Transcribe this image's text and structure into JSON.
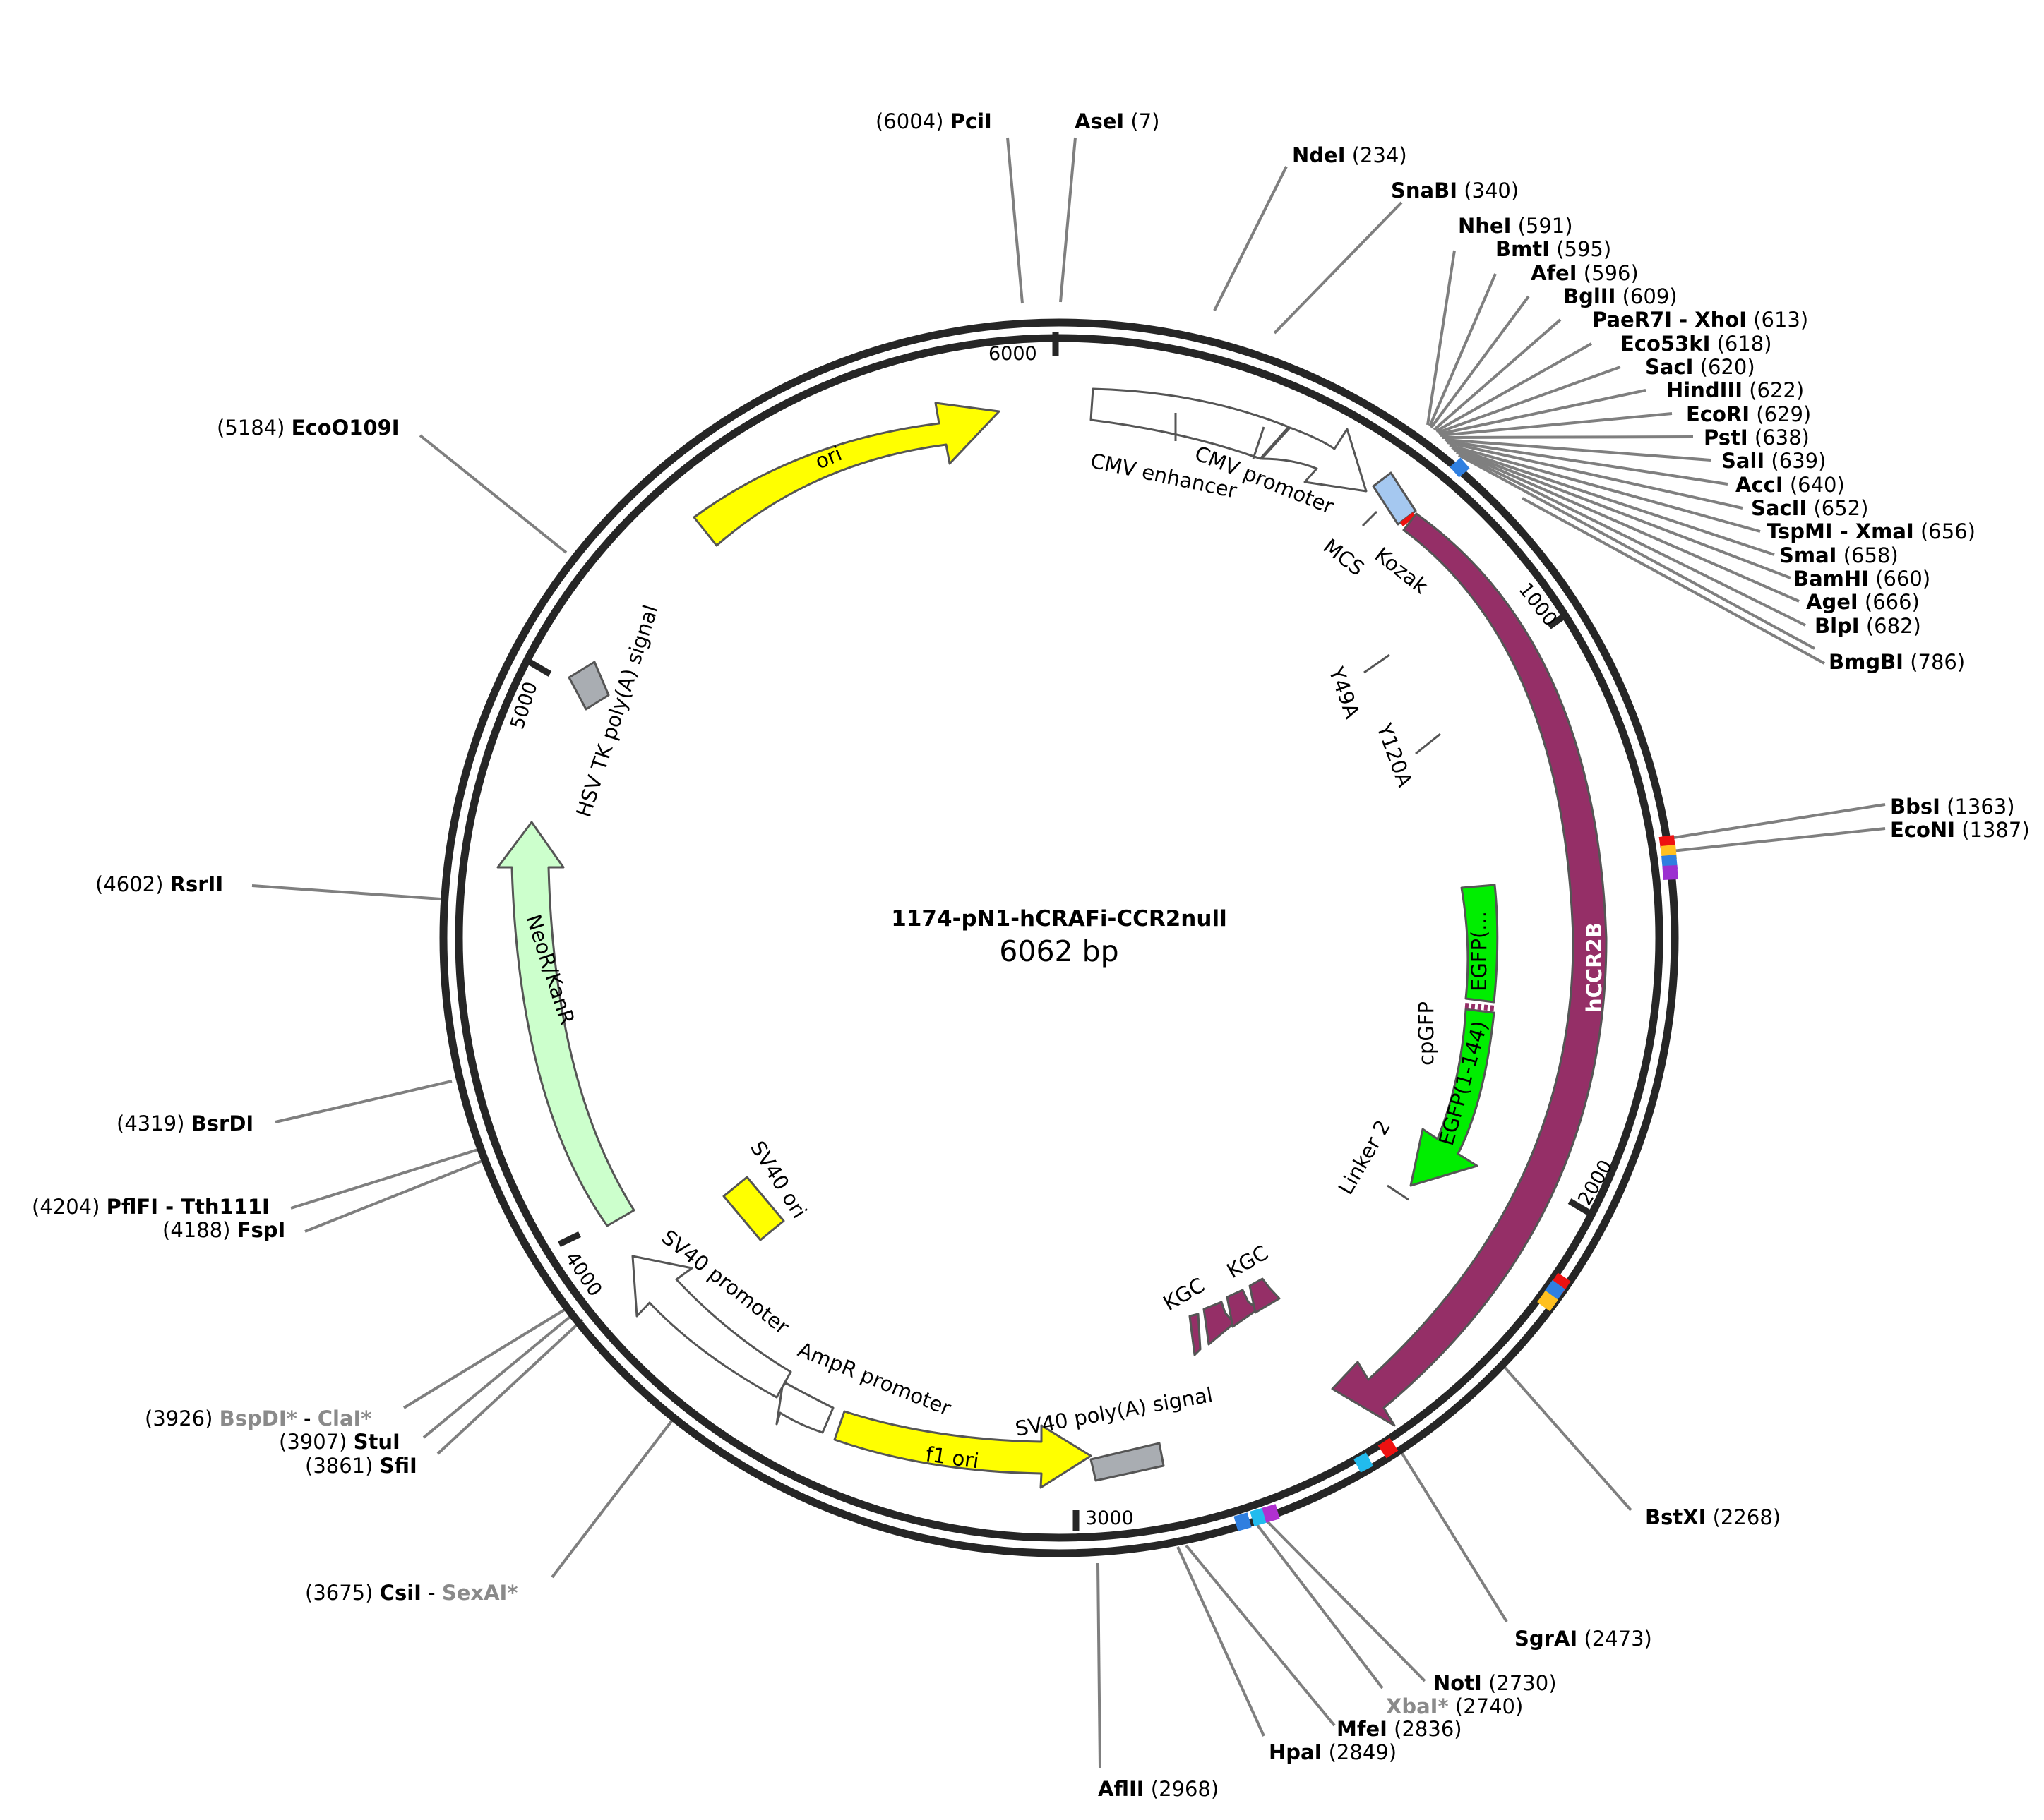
{
  "plasmid": {
    "name": "1174-pN1-hCRAFi-CCR2null",
    "size_label": "6062 bp",
    "length": 6062
  },
  "colors": {
    "backbone": "#262626",
    "leader": "#7f7f7f",
    "ori": "#ffff00",
    "hCCR2B": "#952f67",
    "egfp": "#00ee00",
    "neo": "#ccffcc",
    "grey": "#a9adb2",
    "mcs": "#a5c8f0",
    "promoter": "#ffffff"
  },
  "ticks": [
    "1000",
    "2000",
    "3000",
    "4000",
    "5000",
    "6000"
  ],
  "sites": [
    {
      "name": "PciI",
      "pos": "(6004)",
      "gray": false
    },
    {
      "name": "AseI",
      "pos": "(7)",
      "gray": false
    },
    {
      "name": "NdeI",
      "pos": "(234)",
      "gray": false
    },
    {
      "name": "SnaBI",
      "pos": "(340)",
      "gray": false
    },
    {
      "name": "NheI",
      "pos": "(591)",
      "gray": false
    },
    {
      "name": "BmtI",
      "pos": "(595)",
      "gray": false
    },
    {
      "name": "AfeI",
      "pos": "(596)",
      "gray": false
    },
    {
      "name": "BglII",
      "pos": "(609)",
      "gray": false
    },
    {
      "name": "PaeR7I - XhoI",
      "pos": "(613)",
      "gray": false
    },
    {
      "name": "Eco53kI",
      "pos": "(618)",
      "gray": false
    },
    {
      "name": "SacI",
      "pos": "(620)",
      "gray": false
    },
    {
      "name": "HindIII",
      "pos": "(622)",
      "gray": false
    },
    {
      "name": "EcoRI",
      "pos": "(629)",
      "gray": false
    },
    {
      "name": "PstI",
      "pos": "(638)",
      "gray": false
    },
    {
      "name": "SalI",
      "pos": "(639)",
      "gray": false
    },
    {
      "name": "AccI",
      "pos": "(640)",
      "gray": false
    },
    {
      "name": "SacII",
      "pos": "(652)",
      "gray": false
    },
    {
      "name": "TspMI - XmaI",
      "pos": "(656)",
      "gray": false
    },
    {
      "name": "SmaI",
      "pos": "(658)",
      "gray": false
    },
    {
      "name": "BamHI",
      "pos": "(660)",
      "gray": false
    },
    {
      "name": "AgeI",
      "pos": "(666)",
      "gray": false
    },
    {
      "name": "BlpI",
      "pos": "(682)",
      "gray": false
    },
    {
      "name": "BmgBI",
      "pos": "(786)",
      "gray": false
    },
    {
      "name": "BbsI",
      "pos": "(1363)",
      "gray": false
    },
    {
      "name": "EcoNI",
      "pos": "(1387)",
      "gray": false
    },
    {
      "name": "BstXI",
      "pos": "(2268)",
      "gray": false
    },
    {
      "name": "SgrAI",
      "pos": "(2473)",
      "gray": false
    },
    {
      "name": "NotI",
      "pos": "(2730)",
      "gray": false
    },
    {
      "name": "XbaI*",
      "pos": "(2740)",
      "gray": true
    },
    {
      "name": "MfeI",
      "pos": "(2836)",
      "gray": false
    },
    {
      "name": "HpaI",
      "pos": "(2849)",
      "gray": false
    },
    {
      "name": "AflII",
      "pos": "(2968)",
      "gray": false
    },
    {
      "name": "CsiI",
      "name2": "SexAI*",
      "pos": "(3675)",
      "gray": false
    },
    {
      "name": "SfiI",
      "pos": "(3861)",
      "gray": false
    },
    {
      "name": "StuI",
      "pos": "(3907)",
      "gray": false
    },
    {
      "name": "BspDI*",
      "name2": "ClaI*",
      "pos": "(3926)",
      "gray": true
    },
    {
      "name": "FspI",
      "pos": "(4188)",
      "gray": false
    },
    {
      "name": "PflFI - Tth111I",
      "pos": "(4204)",
      "gray": false
    },
    {
      "name": "BsrDI",
      "pos": "(4319)",
      "gray": false
    },
    {
      "name": "RsrII",
      "pos": "(4602)",
      "gray": false
    },
    {
      "name": "EcoO109I",
      "pos": "(5184)",
      "gray": false
    }
  ],
  "features": [
    "ori",
    "CMV enhancer",
    "CMV promoter",
    "MCS",
    "Kozak",
    "Y49A",
    "Y120A",
    "hCCR2B",
    "EGFP(...",
    "cpGFP",
    "EGFP(1-144)",
    "Linker 2",
    "KGC",
    "KGC",
    "SV40 poly(A) signal",
    "f1 ori",
    "AmpR promoter",
    "SV40 promoter",
    "SV40 ori",
    "NeoR/KanR",
    "HSV TK poly(A) signal"
  ]
}
